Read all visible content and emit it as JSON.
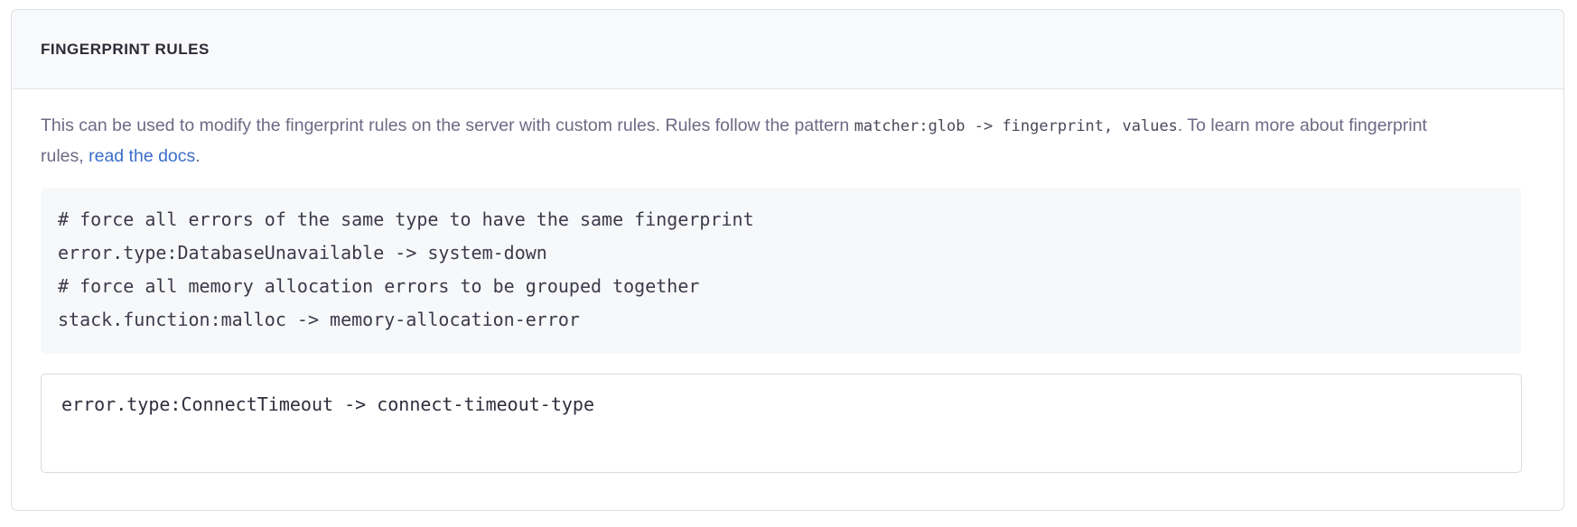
{
  "panel": {
    "title": "FINGERPRINT RULES",
    "description": {
      "part1": "This can be used to modify the fingerprint rules on the server with custom rules. Rules follow the pattern ",
      "code1": "matcher:glob -> fingerprint, values",
      "part2": ". To learn more about fingerprint rules, ",
      "link_text": "read the docs",
      "part3": "."
    },
    "code_example": {
      "lines": [
        "# force all errors of the same type to have the same fingerprint",
        "error.type:DatabaseUnavailable -> system-down",
        "# force all memory allocation errors to be grouped together",
        "stack.function:malloc -> memory-allocation-error"
      ]
    },
    "rules_input": {
      "value": "error.type:ConnectTimeout -> connect-timeout-type",
      "placeholder": "matcher:glob -> fingerprint, values"
    }
  },
  "colors": {
    "header_bg": "#f8f9fb",
    "panel_border": "#e0e0e6",
    "title_text": "#2f2936",
    "description_text": "#6d6a85",
    "link": "#3b6ecc",
    "code_bg": "#f7f8fa",
    "code_text": "#3c3a4b",
    "input_border": "#d9dae2"
  }
}
